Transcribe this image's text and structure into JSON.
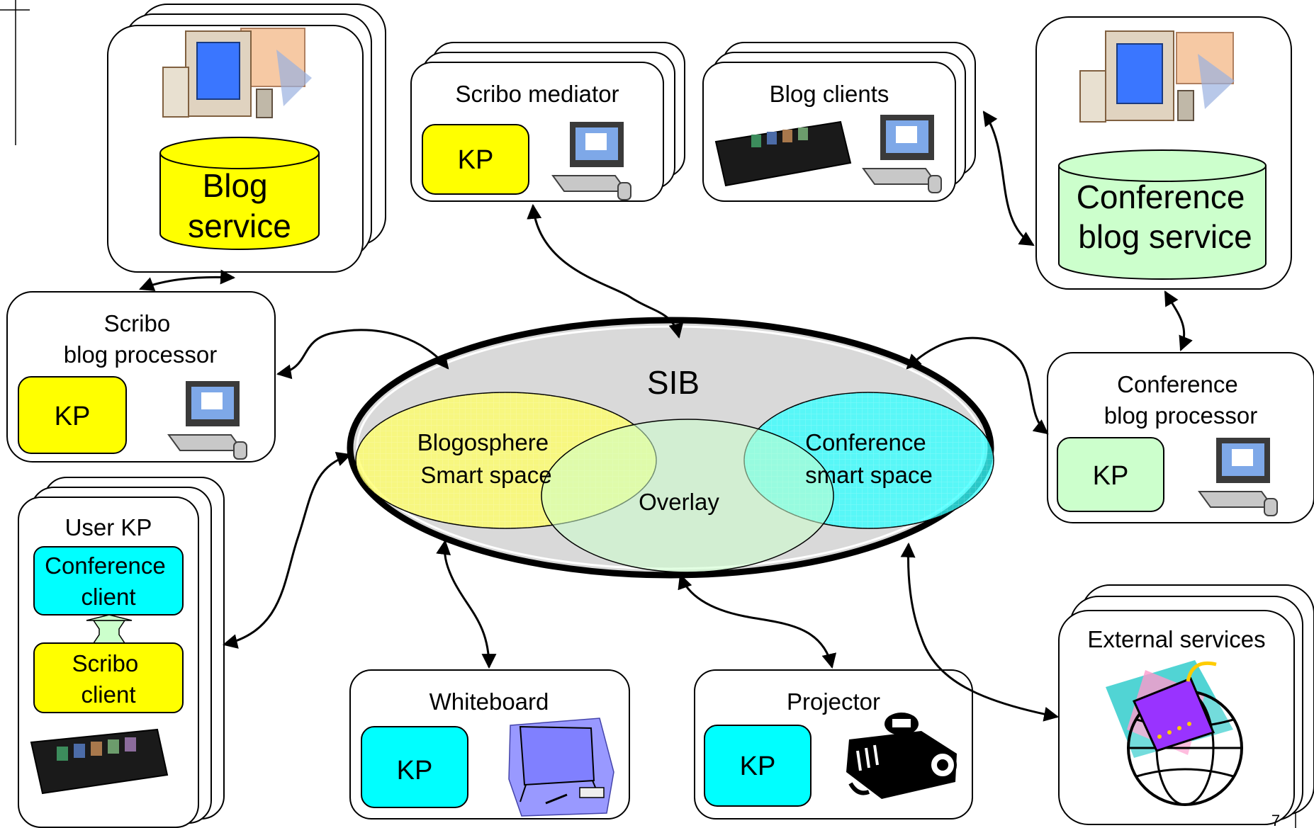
{
  "sib": {
    "title": "SIB",
    "left_space": "Blogosphere\nSmart space",
    "right_space": "Conference\nsmart space",
    "overlay": "Overlay"
  },
  "blog_service": {
    "label": "Blog\nservice"
  },
  "scribo_mediator": {
    "title": "Scribo mediator",
    "kp": "KP"
  },
  "blog_clients": {
    "title": "Blog clients"
  },
  "conference_blog_service": {
    "label": "Conference\nblog service"
  },
  "scribo_blog_processor": {
    "title": "Scribo\nblog processor",
    "kp": "KP"
  },
  "conference_blog_processor": {
    "title": "Conference\nblog processor",
    "kp": "KP"
  },
  "user_kp": {
    "title": "User KP",
    "conference_client": "Conference\nclient",
    "scribo_client": "Scribo\nclient"
  },
  "whiteboard": {
    "title": "Whiteboard",
    "kp": "KP"
  },
  "projector": {
    "title": "Projector",
    "kp": "KP"
  },
  "external_services": {
    "title": "External services"
  },
  "page_number": "7",
  "colors": {
    "yellow": "#ffff00",
    "cyan": "#00ffff",
    "light_green": "#ccffcc",
    "sib_gray": "#d9d9d9"
  }
}
